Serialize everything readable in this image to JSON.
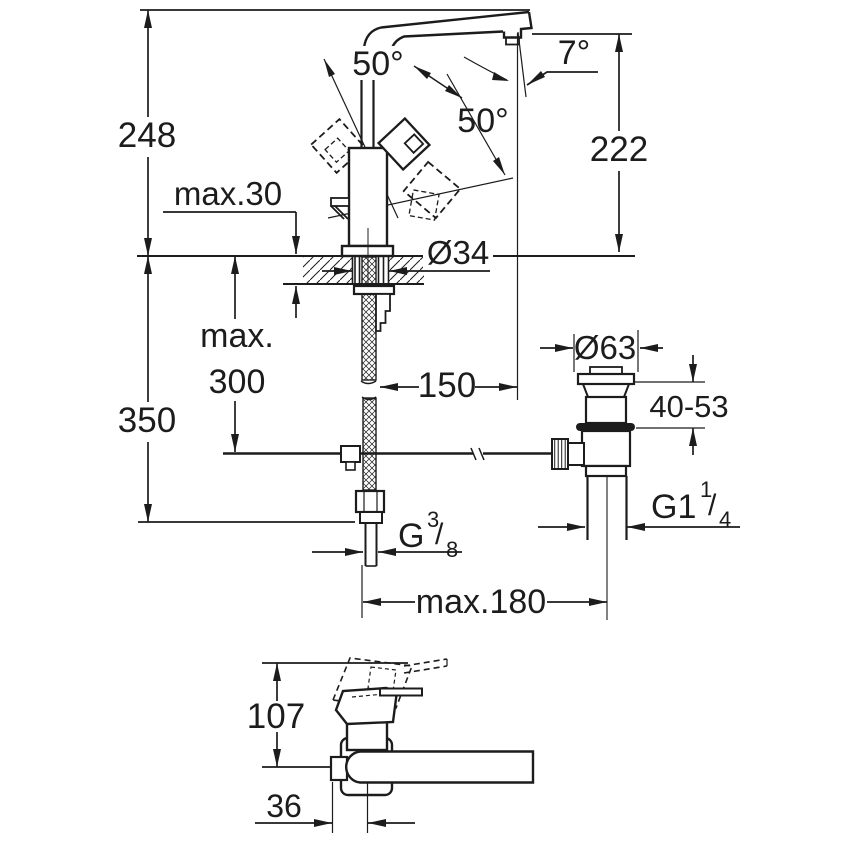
{
  "page": {
    "background": "#ffffff",
    "ink_color": "#1c1c1c",
    "drawing_type": "faucet installation dimension drawing"
  },
  "labels": {
    "overall_height": "248",
    "deck_max_thickness": "max.30",
    "deck_hole_diameter": "Ø34",
    "spout_outlet_height": "222",
    "lever_swing_left": "50°",
    "lever_swing_right": "50°",
    "spout_tilt": "7°",
    "below_deck_max_line1": "max.",
    "below_deck_max_line2": "300",
    "below_deck_total": "350",
    "spout_reach": "150",
    "waste_flange_dia": "Ø63",
    "basin_clamp_range": "40-53",
    "faucet_to_waste_max": "max.180",
    "top_view_height": "107",
    "top_view_offset": "36",
    "waste_thread": {
      "main": "G1",
      "sup": "1",
      "slash": "/",
      "sub": "4"
    },
    "supply_thread": {
      "main": "G",
      "sup": "3",
      "slash": "/",
      "sub": "8"
    }
  }
}
